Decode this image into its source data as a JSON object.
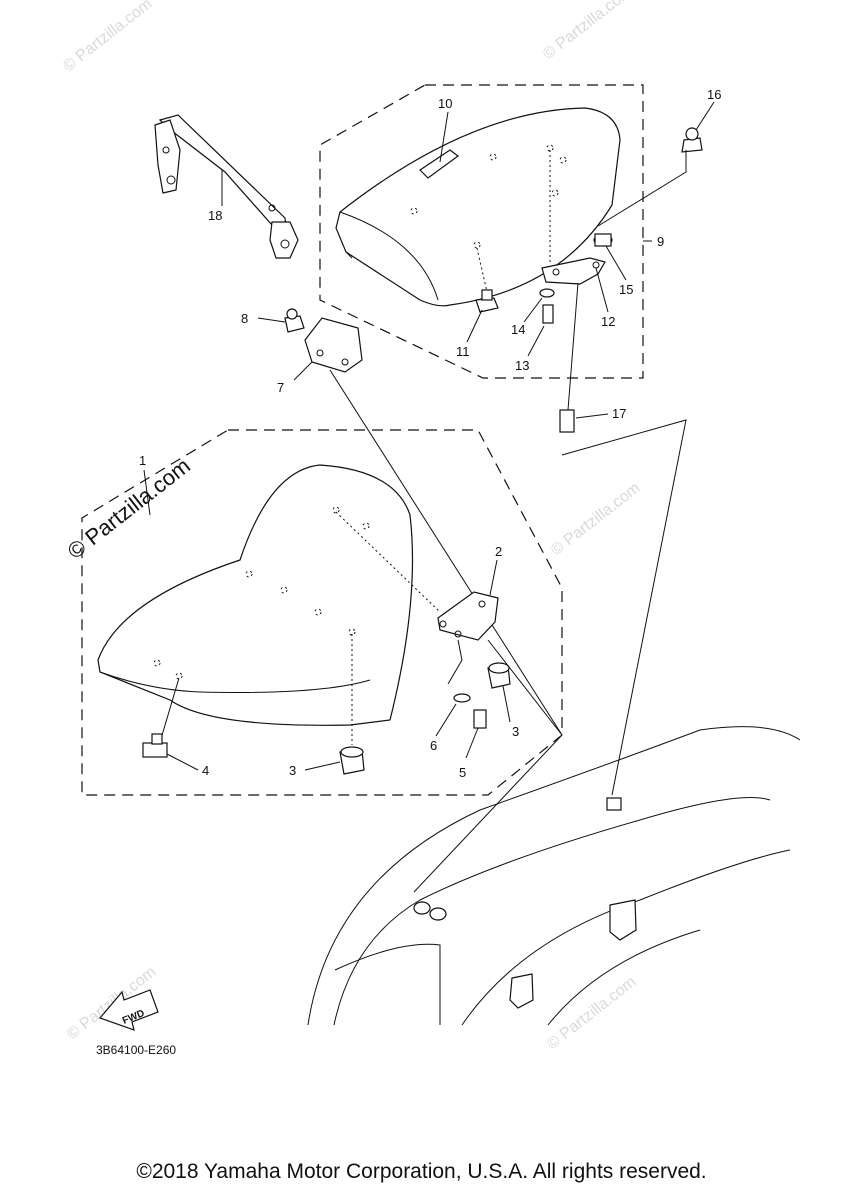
{
  "watermark": {
    "main": "© Partzilla.com",
    "faint": "© Partzilla.com"
  },
  "callouts": {
    "c1": "1",
    "c2": "2",
    "c3a": "3",
    "c3b": "3",
    "c4": "4",
    "c5": "5",
    "c6": "6",
    "c7": "7",
    "c8": "8",
    "c9": "9",
    "c10": "10",
    "c11": "11",
    "c12": "12",
    "c13": "13",
    "c14": "14",
    "c15": "15",
    "c16": "16",
    "c17": "17",
    "c18": "18"
  },
  "fwd_label": "FWD",
  "diagram_code": "3B64100-E260",
  "footer": "©2018 Yamaha Motor Corporation, U.S.A. All rights reserved."
}
